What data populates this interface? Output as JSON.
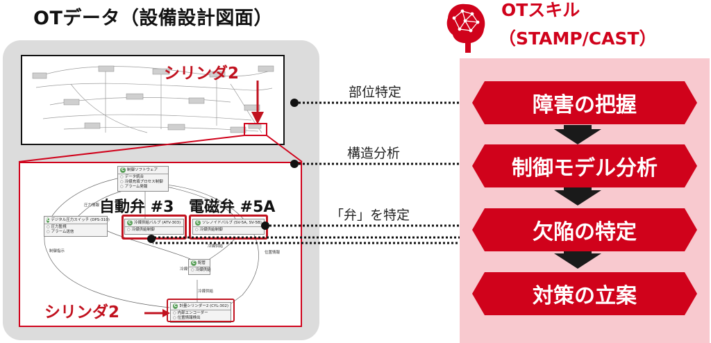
{
  "left": {
    "title": "OTデータ（設備設計図面）",
    "overview_label": "シリンダ2",
    "bottom_label": "シリンダ2",
    "label_valve_auto": "自動弁 #3",
    "label_valve_solenoid": "電磁弁 #5A"
  },
  "nodes": {
    "software": {
      "title": "制御ソフトウェア",
      "items": [
        "データ統合",
        "冷媒充填プロセス制御",
        "アラーム発報"
      ]
    },
    "pressure_switch": {
      "title": "デジタル圧力スイッチ (DPS-310)",
      "items": [
        "圧力監視",
        "アラーム送信"
      ]
    },
    "auto_valve": {
      "title": "冷媒供給バルブ (ATV-303)",
      "items": [
        "冷媒供給制御"
      ]
    },
    "solenoid_valve": {
      "title": "ソレノイドバルブ (SV-5A, SV-5B)",
      "items": [
        "冷媒供給制御"
      ]
    },
    "piping": {
      "title": "配管",
      "items": [
        "冷媒供給"
      ]
    },
    "cylinder": {
      "title": "計量シリンダー2 (CYL-302)",
      "items": [
        "内部エンコーダー",
        "位置情報検出"
      ]
    }
  },
  "edges": {
    "pressure_info": "圧力情報",
    "control_signal": "制御指示",
    "supply1": "冷媒供給",
    "supply2": "冷媒供給",
    "supply3": "冷媒供給",
    "position_info": "位置情報"
  },
  "connectors": {
    "locate": "部位特定",
    "structure": "構造分析",
    "valve": "「弁」を特定"
  },
  "right": {
    "title": "OTスキル",
    "subtitle": "（STAMP/CAST）",
    "steps": [
      "障害の把握",
      "制御モデル分析",
      "欠陥の特定",
      "対策の立案"
    ]
  },
  "colors": {
    "accent_red": "#d0021b",
    "panel_grey": "#dcdcdc",
    "panel_pink": "#f8c9cf"
  },
  "icons": {
    "brain": "brain-network-icon"
  }
}
